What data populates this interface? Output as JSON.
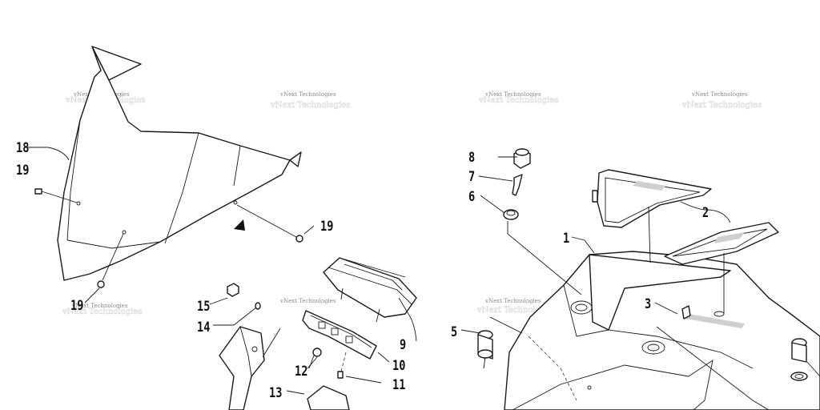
{
  "diagram": {
    "watermark": "vNext Technologies",
    "callouts": {
      "c1": "1",
      "c2": "2",
      "c3": "3",
      "c5": "5",
      "c6": "6",
      "c7": "7",
      "c8": "8",
      "c9": "9",
      "c10": "10",
      "c11": "11",
      "c12": "12",
      "c13": "13",
      "c14": "14",
      "c15": "15",
      "c18": "18",
      "c19a": "19",
      "c19b": "19",
      "c19c": "19"
    },
    "colors": {
      "line": "#1a1a1a",
      "watermark": "#8a8a8a",
      "background": "#ffffff"
    }
  }
}
